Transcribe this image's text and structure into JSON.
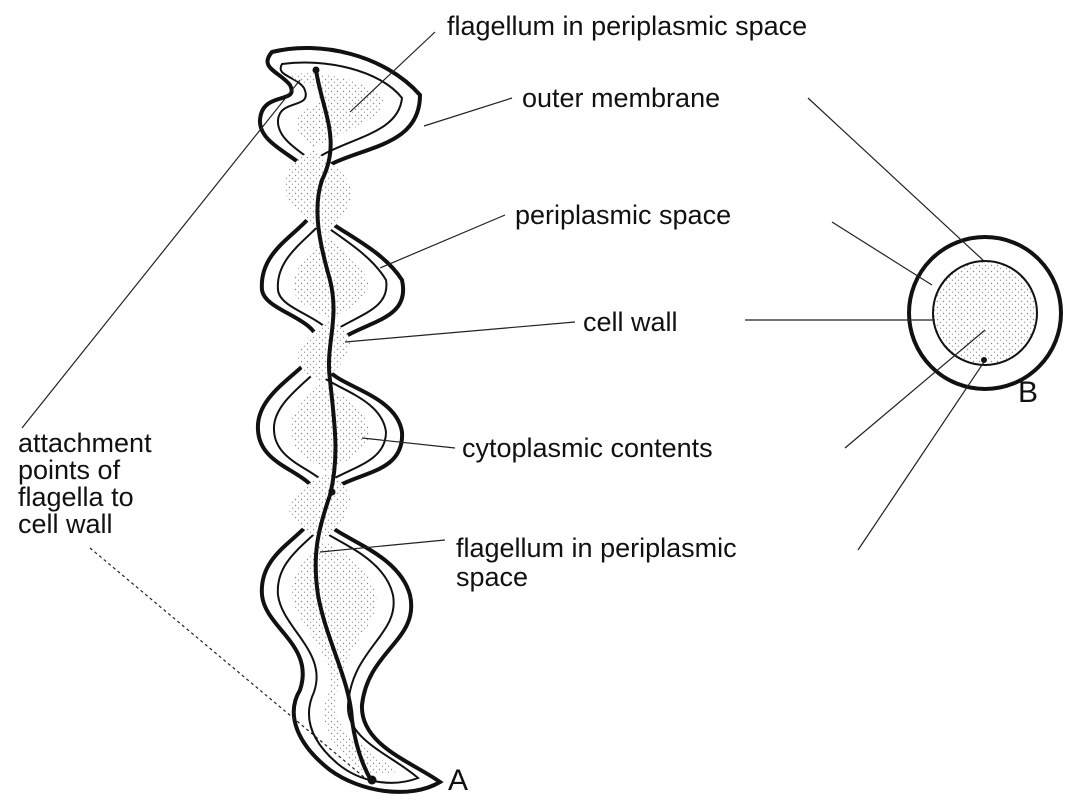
{
  "diagram": {
    "labels": {
      "flagellum_top": "flagellum in periplasmic space",
      "outer_membrane": "outer membrane",
      "periplasmic_space": "periplasmic space",
      "cell_wall": "cell wall",
      "cytoplasmic_contents": "cytoplasmic contents",
      "flagellum_mid_line1": "flagellum in periplasmic",
      "flagellum_mid_line2": "space",
      "attachment_line1": "attachment",
      "attachment_line2": "points of",
      "attachment_line3": "flagella  to",
      "attachment_line4": "cell wall",
      "figure_a": "A",
      "figure_b": "B"
    },
    "colors": {
      "ink": "#111111",
      "stipple": "#8a8a8a",
      "background": "#ffffff"
    }
  }
}
